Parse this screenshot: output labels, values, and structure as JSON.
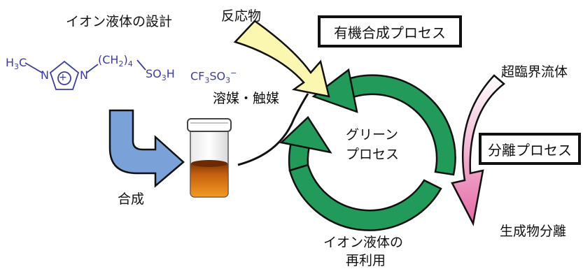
{
  "labels": {
    "ionic_liquid_design": "イオン液体の設計",
    "reactants": "反応物",
    "solvent_catalyst": "溶媒・触媒",
    "synthesis": "合成",
    "green_process_line1": "グリーン",
    "green_process_line2": "プロセス",
    "supercritical_fluid": "超臨界流体",
    "product_separation": "生成物分離",
    "reuse_line1": "イオン液体の",
    "reuse_line2": "再利用"
  },
  "boxes": {
    "organic_synthesis_process": "有機合成プロセス",
    "separation_process": "分離プロセス"
  },
  "chemistry": {
    "h3c": "H",
    "h3c_sub": "3",
    "h3c_tail": "C",
    "n_left": "N",
    "n_right": "N",
    "plus": "+",
    "chain": "(CH",
    "chain_sub": "2",
    "chain_close": ")",
    "chain_count": "4",
    "so3h": "SO",
    "so3h_sub": "3",
    "so3h_tail": "H",
    "anion": "CF",
    "anion_sub1": "3",
    "anion_mid": "SO",
    "anion_sub2": "3",
    "anion_sup": "−"
  },
  "colors": {
    "cycle_green": "#229a5a",
    "cycle_outline": "#111111",
    "reactant_arrow": "#fbf7b0",
    "synthesis_arrow": "#7aa1d8",
    "supercritical_arrow_top": "#ffffff",
    "supercritical_arrow_bottom": "#e56aa6",
    "liquid_top": "#8a3d06",
    "liquid_bottom": "#f08a1a",
    "molecule": "#3b3e9e"
  }
}
